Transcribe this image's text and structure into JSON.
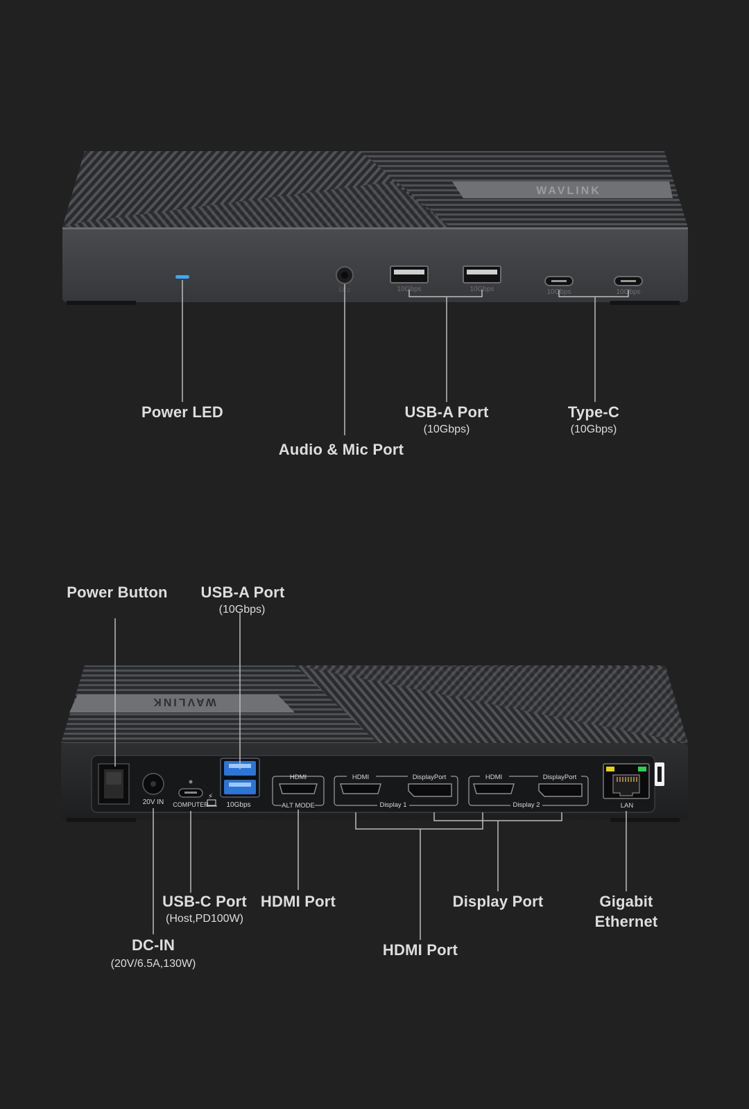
{
  "brand": "WAVLINK",
  "front_panel": {
    "port_engravings": {
      "usb_a_1": "10Gbps",
      "usb_a_2": "10Gbps",
      "usb_c_1": "10Gbps",
      "usb_c_2": "10Gbps"
    },
    "callouts": {
      "power_led": "Power LED",
      "audio_mic": "Audio & Mic Port",
      "usb_a": "USB-A  Port",
      "usb_a_sub": "(10Gbps)",
      "type_c": "Type-C",
      "type_c_sub": "(10Gbps)"
    }
  },
  "rear_panel": {
    "port_labels": {
      "dc_in": "20V IN",
      "usb_c_host": "COMPUTER",
      "usb_a": "10Gbps",
      "hdmi_alt_top": "HDMI",
      "hdmi_alt_bottom": "ALT MODE",
      "display1_hdmi": "HDMI",
      "display1_dp": "DisplayPort",
      "display1_name": "Display 1",
      "display2_hdmi": "HDMI",
      "display2_dp": "DisplayPort",
      "display2_name": "Display 2",
      "lan": "LAN"
    },
    "callouts": {
      "power_button": "Power Button",
      "usb_a": "USB-A  Port",
      "usb_a_sub": "(10Gbps)",
      "usb_c": "USB-C Port",
      "usb_c_sub": "(Host,PD100W)",
      "hdmi_port": "HDMI Port",
      "display_port": "Display Port",
      "gigabit_1": "Gigabit",
      "gigabit_2": "Ethernet",
      "dc_in": "DC-IN",
      "dc_in_sub": "(20V/6.5A,130W)",
      "hdmi_port_2": "HDMI Port"
    }
  },
  "colors": {
    "background": "#212121",
    "body_dark": "#2c2d2f",
    "led_blue": "#3aa8ff",
    "usb_blue": "#2b74d8",
    "callout_line": "#bdbdbd"
  }
}
